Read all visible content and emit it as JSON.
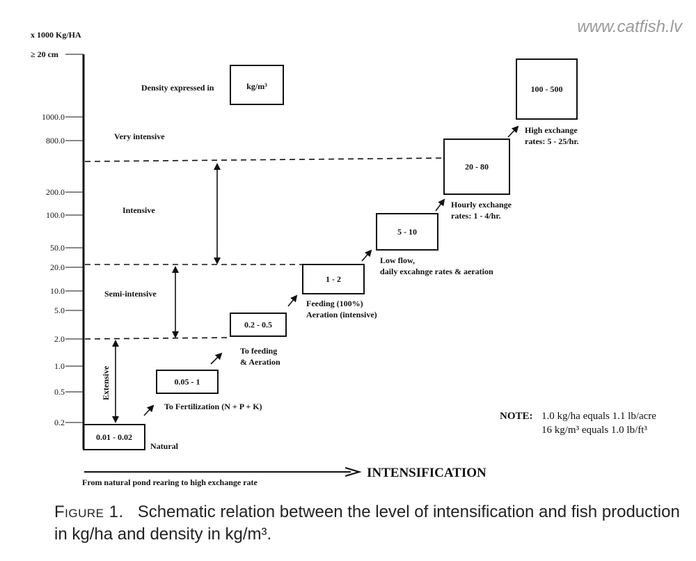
{
  "watermark": "www.catfish.lv",
  "y_axis": {
    "unit_label": "x 1000 Kg/HA",
    "size_label": "≥ 20 cm",
    "ticks": [
      "1000.0",
      "800.0",
      "200.0",
      "100.0",
      "50.0",
      "20.0",
      "10.0",
      "5.0",
      "2.0",
      "1.0",
      "0.5",
      "0.2"
    ]
  },
  "zones": {
    "very_intensive": "Very intensive",
    "intensive": "Intensive",
    "semi_intensive": "Semi-intensive",
    "extensive": "Extensive"
  },
  "density_legend": {
    "label": "Density expressed in",
    "unit": "kg/m³"
  },
  "stages": [
    {
      "density": "0.01 - 0.02",
      "caption": [
        "Natural"
      ]
    },
    {
      "density": "0.05 - 1",
      "caption": [
        "To Fertilization (N + P + K)"
      ]
    },
    {
      "density": "0.2 - 0.5",
      "caption": [
        "To feeding",
        "& Aeration"
      ]
    },
    {
      "density": "1 - 2",
      "caption": [
        "Feeding (100%)",
        "Aeration (intensive)"
      ]
    },
    {
      "density": "5 - 10",
      "caption": [
        "Low flow,",
        "daily excahnge rates & aeration"
      ]
    },
    {
      "density": "20 - 80",
      "caption": [
        "Hourly exchange",
        "rates: 1 - 4/hr."
      ]
    },
    {
      "density": "100 - 500",
      "caption": [
        "High exchange",
        "rates: 5 - 25/hr."
      ]
    }
  ],
  "x_axis": {
    "label": "INTENSIFICATION",
    "sublabel": "From natural pond rearing to high exchange rate"
  },
  "note": {
    "label": "NOTE:",
    "line1": "1.0 kg/ha equals 1.1 lb/acre",
    "line2": "16 kg/m³ equals 1.0 lb/ft³"
  },
  "caption": {
    "figure_label": "Figure 1.",
    "text": "Schematic relation between the level of intensification and fish production in kg/ha and density in kg/m³."
  }
}
